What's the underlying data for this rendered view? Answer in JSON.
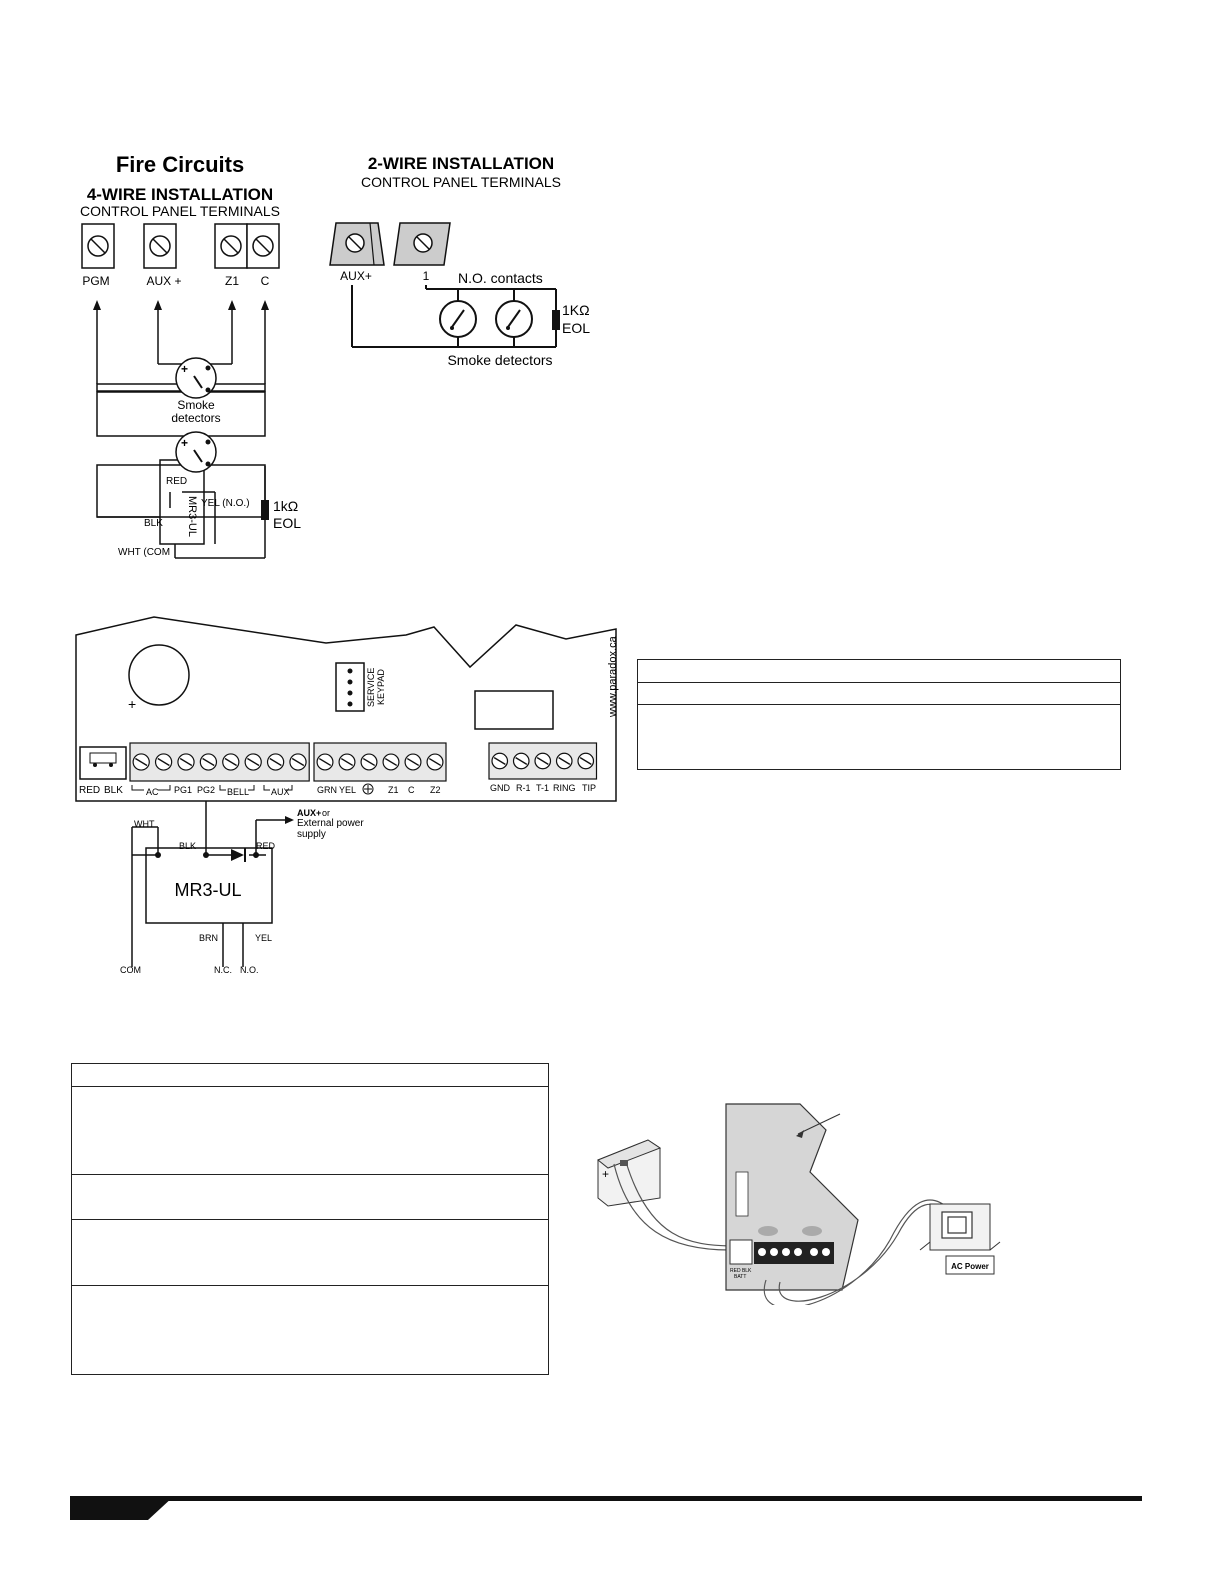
{
  "fire_circuits": {
    "title": "Fire Circuits",
    "four_wire": {
      "heading": "4-WIRE INSTALLATION",
      "subheading": "CONTROL PANEL TERMINALS",
      "terminals": [
        "PGM",
        "AUX +",
        "Z1",
        "C"
      ],
      "detector_label_1": "Smoke",
      "detector_label_2": "detectors",
      "module": "MR3-UL",
      "wires": {
        "red": "RED",
        "blk": "BLK",
        "yel": "YEL (N.O.)",
        "wht": "WHT (COM"
      },
      "eol_value": "1kΩ",
      "eol_label": "EOL"
    },
    "two_wire": {
      "heading": "2-WIRE INSTALLATION",
      "subheading": "CONTROL PANEL TERMINALS",
      "terminals": [
        "AUX+",
        "1"
      ],
      "contacts_label": "N.O. contacts",
      "eol_value": "1KΩ",
      "eol_label": "EOL",
      "detectors_label": "Smoke detectors"
    }
  },
  "board": {
    "url": "www.paradox.ca",
    "service_keypad_1": "SERVICE",
    "service_keypad_2": "KEYPAD",
    "battery_labels": [
      "RED",
      "BLK"
    ],
    "group1_labels": [
      "AC",
      "PG1",
      "PG2",
      "BELL",
      "AUX"
    ],
    "group2_labels": [
      "GRN",
      "YEL",
      "Z1",
      "C",
      "Z2"
    ],
    "group3_labels": [
      "GND",
      "R-1",
      "T-1",
      "RING",
      "TIP"
    ],
    "aux_note_bold": "AUX+",
    "aux_note_rest": "or",
    "aux_note_2": "External power",
    "aux_note_3": "supply",
    "module": "MR3-UL",
    "wires": {
      "wht": "WHT",
      "blk": "BLK",
      "red": "RED",
      "brn": "BRN",
      "yel": "YEL"
    },
    "outputs": {
      "com": "COM",
      "nc": "N.C.",
      "no": "N.O."
    }
  },
  "power_illustration": {
    "ac_label": "AC Power",
    "batt_label": "BATT",
    "batt_wires": "RED BLK"
  }
}
